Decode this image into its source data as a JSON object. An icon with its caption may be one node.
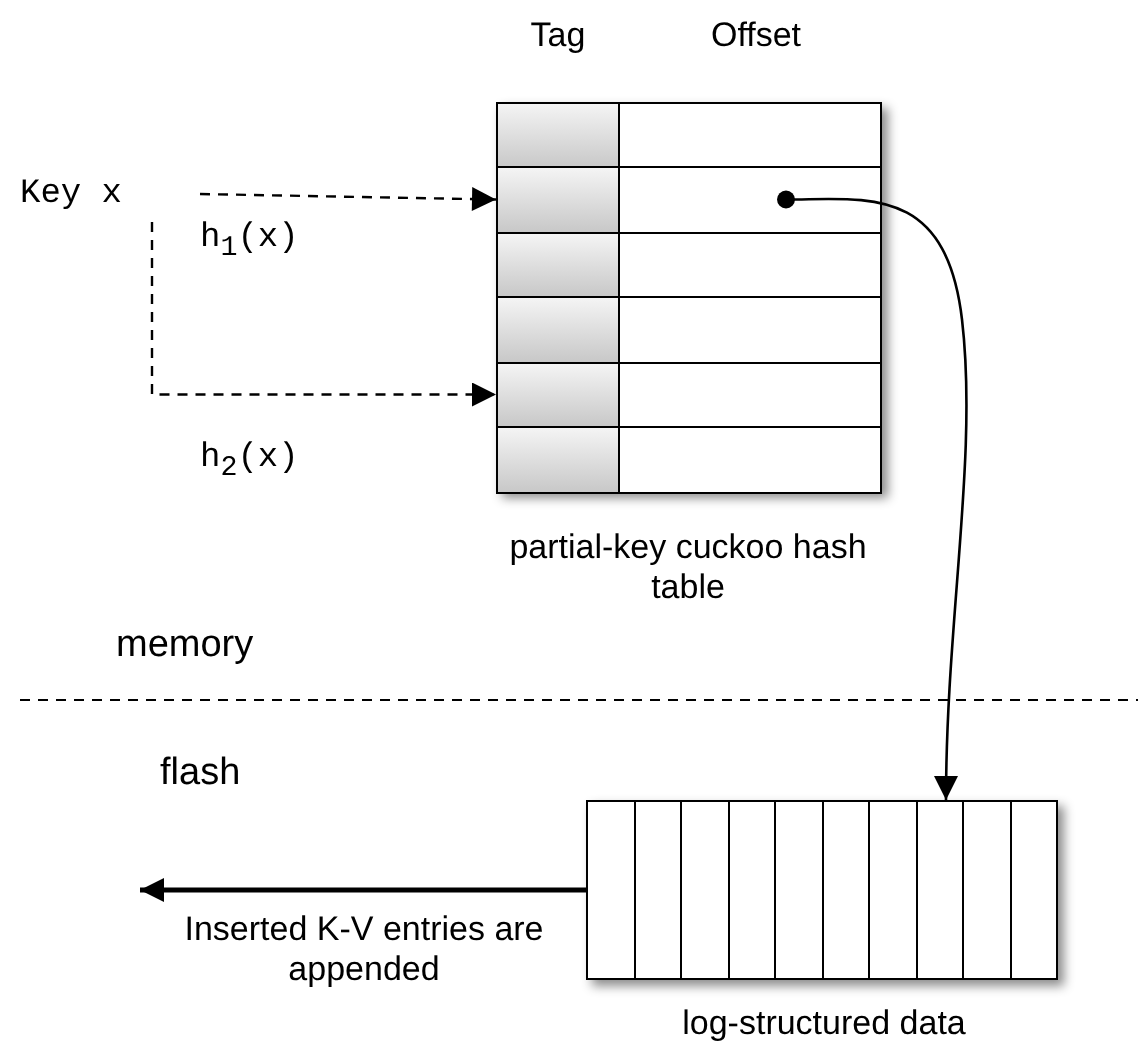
{
  "diagram": {
    "nodes": [
      {
        "text": [
          "Key x"
        ]
      },
      {
        "text": [
          "Tag",
          "Offset"
        ],
        "beside": [
          "partial-key cuckoo hash table"
        ]
      },
      {
        "text": [],
        "shape": "box",
        "in": 1
      },
      {
        "text": [],
        "shape": "box",
        "in": 1
      },
      {
        "text": [],
        "shape": "box",
        "in": 1
      },
      {
        "text": [],
        "shape": "box",
        "in": 1
      },
      {
        "text": [],
        "shape": "box",
        "in": 1
      },
      {
        "text": [],
        "shape": "box",
        "in": 1
      },
      {
        "text": [],
        "shape": "box",
        "beside": [
          "log-structured data"
        ]
      }
    ],
    "edges": [
      {
        "from": 0,
        "to": 3,
        "arrow": "to",
        "label": "h$_{1}$(x)",
        "style": "dashed"
      },
      {
        "from": 0,
        "to": 6,
        "arrow": "to",
        "label": "h$_{2}$(x)",
        "style": "dashed"
      },
      {
        "from": 3,
        "to": 8,
        "arrow": "to"
      },
      {
        "from": 8,
        "to": null,
        "arrow": "to",
        "label": "Inserted K-V entries are appended"
      }
    ],
    "labels": [
      "memory",
      "flash"
    ]
  }
}
